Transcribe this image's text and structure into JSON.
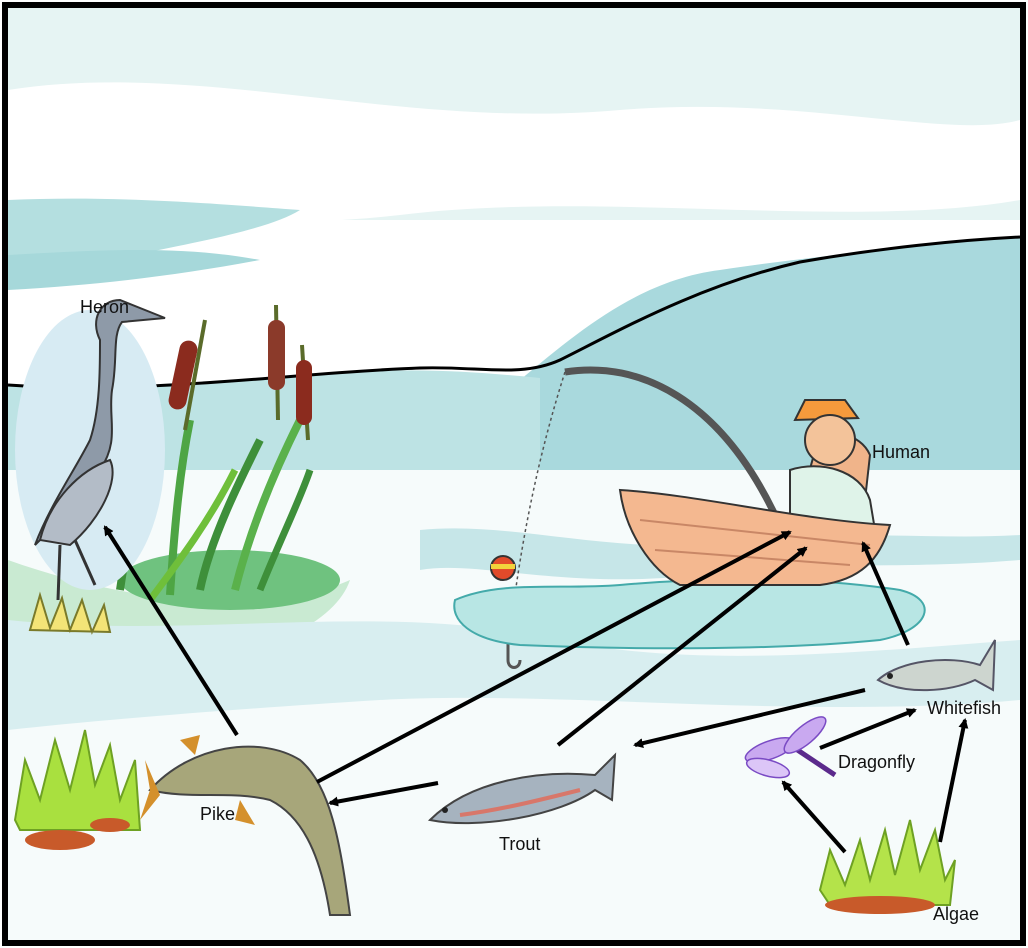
{
  "diagram": {
    "organisms": {
      "heron": "Heron",
      "human": "Human",
      "whitefish": "Whitefish",
      "dragonfly": "Dragonfly",
      "pike": "Pike",
      "trout": "Trout",
      "algae": "Algae"
    },
    "links": [
      {
        "from": "pike",
        "to": "heron"
      },
      {
        "from": "pike",
        "to": "human"
      },
      {
        "from": "trout",
        "to": "human"
      },
      {
        "from": "whitefish",
        "to": "human"
      },
      {
        "from": "trout",
        "to": "pike"
      },
      {
        "from": "whitefish",
        "to": "trout"
      },
      {
        "from": "dragonfly",
        "to": "whitefish"
      },
      {
        "from": "algae",
        "to": "dragonfly"
      },
      {
        "from": "algae",
        "to": "whitefish"
      }
    ]
  },
  "colors": {
    "sky": "#eaf5f5",
    "cloud": "#ffffff",
    "hills": "#a8d8dc",
    "water": "#9fd6d8",
    "shore": "#bfe6c8",
    "arrow": "#000000",
    "border": "#000000"
  }
}
